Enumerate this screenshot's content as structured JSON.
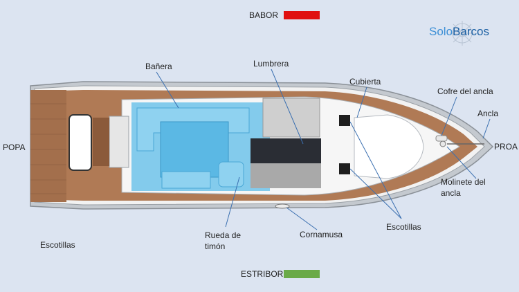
{
  "legend": {
    "babor": {
      "label": "BABOR",
      "color": "#e01010"
    },
    "estribor": {
      "label": "ESTRIBOR",
      "color": "#6aaa48"
    }
  },
  "logo": {
    "part1": "Solo",
    "part2": "Barcos",
    "icon": "ship-wheel-icon"
  },
  "labels": {
    "popa": "POPA",
    "proa": "PROA",
    "banera": "Bañera",
    "lumbrera": "Lumbrera",
    "cubierta": "Cubierta",
    "cofre": "Cofre del ancla",
    "ancla": "Ancla",
    "molinete": "Molinete del ancla",
    "escotillas_right": "Escotillas",
    "cornamusa": "Cornamusa",
    "rueda": "Rueda de timón",
    "escotillas_left": "Escotillas"
  },
  "colors": {
    "deck_wood": "#b07a55",
    "hull_white": "#f4f4f4",
    "cockpit_blue": "#6ec3ea",
    "leader_line": "#3a6fb0"
  }
}
